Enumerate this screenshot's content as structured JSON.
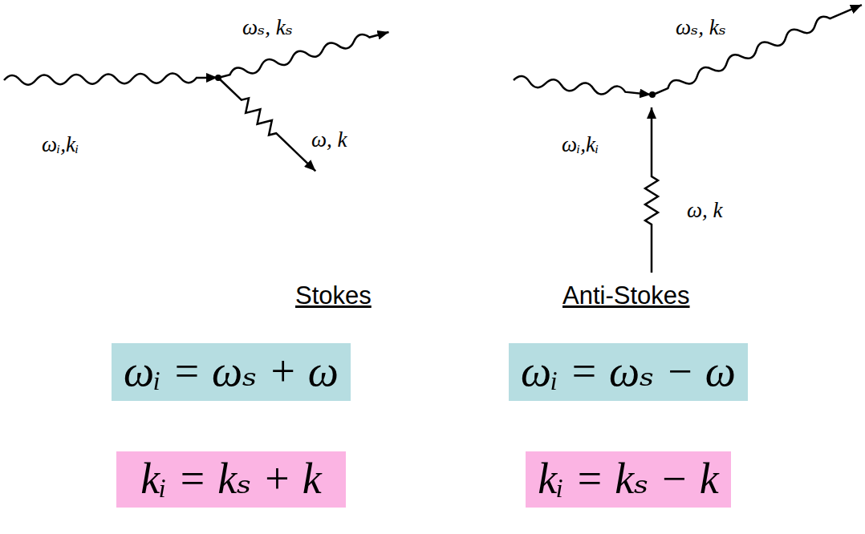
{
  "diagram": {
    "nodes": [
      {
        "text": [
          "ωᵢ = ωₛ + ω"
        ]
      },
      {
        "text": [
          "ωᵢ = ωₛ − ω"
        ]
      },
      {
        "text": [
          "kᵢ = kₛ + k"
        ]
      },
      {
        "text": [
          "kᵢ = kₛ − k"
        ]
      }
    ],
    "labels": [
      "ωₛ, kₛ",
      "ωᵢ,kᵢ",
      "ω, k",
      "Stokes",
      "ωₛ, kₛ",
      "ωᵢ,kᵢ",
      "ω, k",
      "Anti-Stokes"
    ]
  }
}
